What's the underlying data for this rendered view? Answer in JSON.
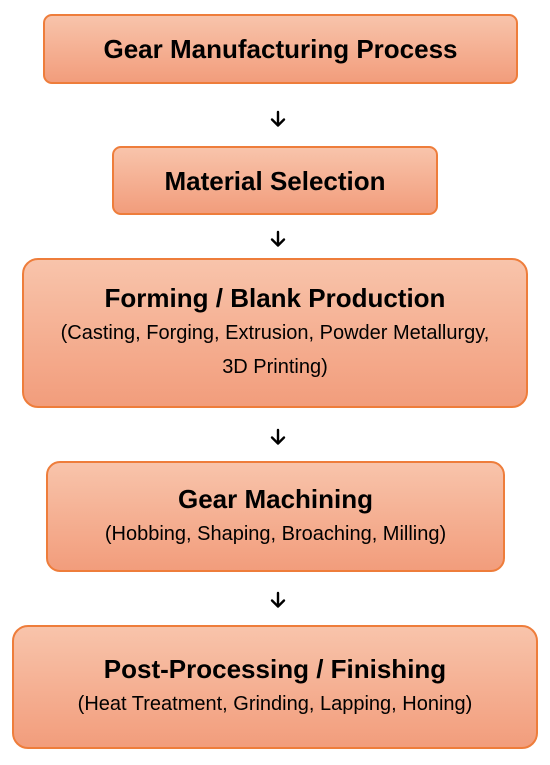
{
  "steps": [
    {
      "title": "Gear Manufacturing Process",
      "description": ""
    },
    {
      "title": "Material Selection",
      "description": ""
    },
    {
      "title": "Forming / Blank Production",
      "description": "(Casting, Forging, Extrusion, Powder Metallurgy, 3D Printing)"
    },
    {
      "title": "Gear Machining",
      "description": "(Hobbing, Shaping, Broaching, Milling)"
    },
    {
      "title": "Post-Processing / Finishing",
      "description": "(Heat Treatment, Grinding, Lapping, Honing)"
    }
  ],
  "icons": {
    "connector": "arrow-down-icon"
  },
  "colors": {
    "box_border": "#ee7d3b",
    "box_fill_top": "#f8c4ab",
    "box_fill_bottom": "#f29d7c",
    "arrow": "#000000"
  }
}
